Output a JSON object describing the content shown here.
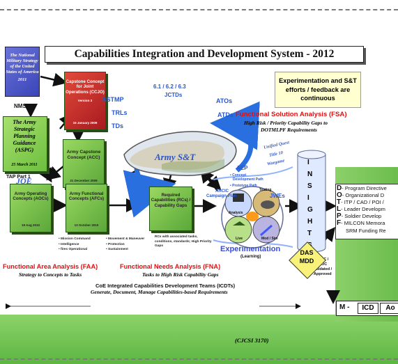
{
  "title": "Capabilities Integration and Development System - 2012",
  "nms": {
    "box_text": "The National Military Strategy of the United States of America",
    "year": "2011",
    "label": "NMS"
  },
  "aspg": {
    "text": "The Army Strategic Planning Guidance (ASPG)",
    "date": "25 March 2011",
    "label": "TAP Part 1"
  },
  "ccjo": {
    "text": "Capstone Concept for Joint Operations (CCJO)",
    "version": "Version 3",
    "date": "15 January 2009"
  },
  "acc": {
    "text": "Army Capstone Concept (ACC)",
    "date": "21 December 2009"
  },
  "joe": "JOE",
  "aoc": {
    "text": "Army Operating Concepts (AOCs)",
    "date": "19 Aug 2010"
  },
  "afc": {
    "text": "Army Functional Concepts (AFCs)",
    "date": "13 October 2010"
  },
  "rc": {
    "text": "Required Capabilities (RCs) / Capability Gaps"
  },
  "afc_bullets": [
    "• Mission Command",
    "• Intelligence",
    "• fires Operational",
    "• Movement & Maneuver",
    "• Protection",
    "• Sustainment"
  ],
  "rc_note": "RCs with associated tasks, conditions, standards; High Priority Gaps",
  "st": {
    "label": "Army S&T",
    "astmp": "ASTMP",
    "trls": "TRLs",
    "tds": "TDs",
    "codes": "6.1 / 6.2 / 6.3",
    "jctds": "JCTDs",
    "atos": "ATOs",
    "atds": "ATDs"
  },
  "experimentation_box": "Experimentation and S&T efforts / feedback are continuous",
  "fsa": {
    "title": "Functional Solution Analysis (FSA)",
    "sub1": "High Risk / Priority Capability Gaps to",
    "sub2": "DOTMLPF Requirements"
  },
  "uq": {
    "line1": "Unified Quest",
    "line2": "Title 10",
    "line3": "Wargame"
  },
  "aep": {
    "title": "AEP",
    "b1": "• Concept",
    "b1b": "Development Path",
    "b2": "• Prototype Path"
  },
  "arcic": {
    "l1": "ARCIC",
    "l2": "Campaign Plan"
  },
  "jwes": "JWEs",
  "quad": {
    "analysis": "Analysis",
    "testing": "Testing",
    "live": "Live",
    "modsim": "Mod / Sim"
  },
  "experimentation": {
    "title": "Experimentation",
    "sub": "(Learning)"
  },
  "insights_letters": [
    "I",
    "N",
    "S",
    "I",
    "G",
    "H",
    "T",
    "S"
  ],
  "dotmlpf": [
    {
      "letter": "D",
      "text": "- Program Directive"
    },
    {
      "letter": "O",
      "text": "- Organizational D"
    },
    {
      "letter": "T",
      "text": "- ITP / CAD / POI /"
    },
    {
      "letter": "L",
      "text": "- Leader Developm"
    },
    {
      "letter": "P",
      "text": "- Soldier Develop"
    },
    {
      "letter": "F",
      "text": "- MILCON Memora"
    },
    {
      "letter": "",
      "text": "SRM Funding Re"
    }
  ],
  "aroc": {
    "l1": "AROC /",
    "l2": "JROC",
    "l3": "Validated /",
    "l4": "Approved"
  },
  "das": {
    "l1": "DAS",
    "l2": "MDD"
  },
  "mbox": {
    "prefix": "M -",
    "icd": "ICD",
    "ao": "Ao"
  },
  "faa": {
    "title": "Functional Area Analysis (FAA)",
    "sub": "Strategy to Concepts to Tasks"
  },
  "fna": {
    "title": "Functional Needs Analysis (FNA)",
    "sub": "Tasks to High Risk Capability Gaps"
  },
  "icdt": {
    "l1": "CoE Integrated Capabilities Development Teams (ICDTs)",
    "l2": "Generate, Document, Manage Capabilities-based Requirements"
  },
  "cjcsi": "(CJCSI 3170)"
}
